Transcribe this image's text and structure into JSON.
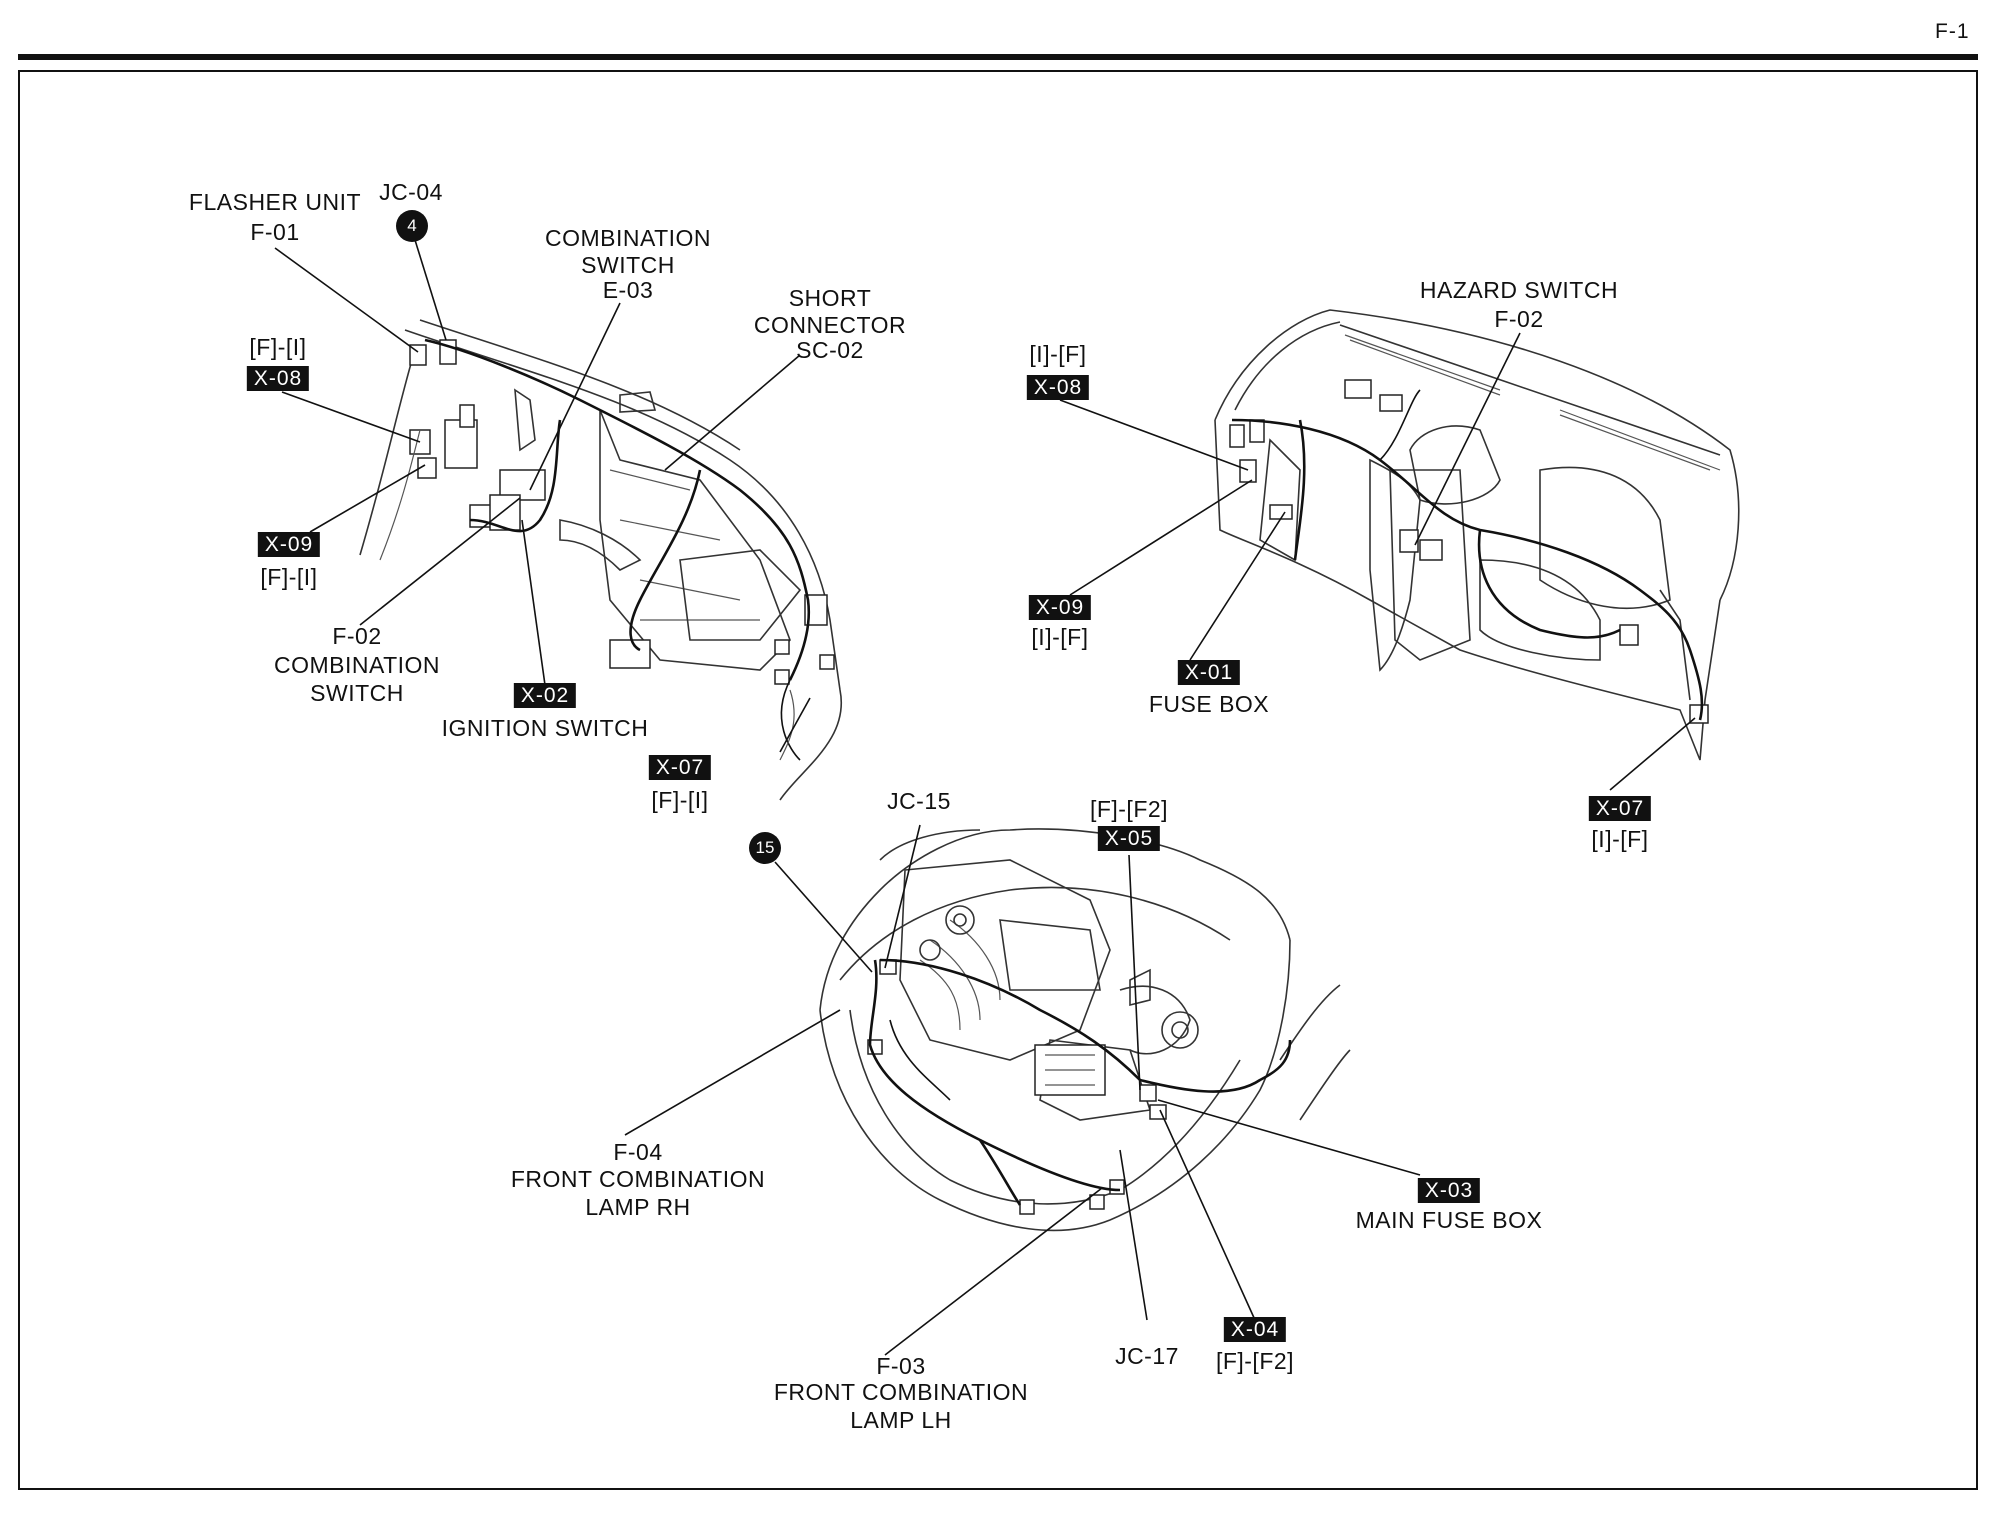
{
  "page": {
    "number": "F-1"
  },
  "left_dashboard": {
    "flasher_unit": {
      "name": "FLASHER UNIT",
      "code": "F-01"
    },
    "jc04": {
      "code": "JC-04",
      "badge": "4"
    },
    "combination_switch_e03": {
      "line1": "COMBINATION",
      "line2": "SWITCH",
      "code": "E-03"
    },
    "short_connector": {
      "line1": "SHORT",
      "line2": "CONNECTOR",
      "code": "SC-02"
    },
    "x08": {
      "badge": "X-08",
      "pins": "[F]-[I]"
    },
    "x09": {
      "badge": "X-09",
      "pins": "[F]-[I]"
    },
    "combination_switch_f02": {
      "code": "F-02",
      "line1": "COMBINATION",
      "line2": "SWITCH"
    },
    "ignition_switch": {
      "badge": "X-02",
      "name": "IGNITION SWITCH"
    },
    "x07": {
      "badge": "X-07",
      "pins": "[F]-[I]"
    }
  },
  "right_dashboard": {
    "hazard_switch": {
      "name": "HAZARD SWITCH",
      "code": "F-02"
    },
    "x08": {
      "badge": "X-08",
      "pins": "[I]-[F]"
    },
    "x09": {
      "badge": "X-09",
      "pins": "[I]-[F]"
    },
    "fuse_box": {
      "badge": "X-01",
      "name": "FUSE BOX"
    },
    "x07": {
      "badge": "X-07",
      "pins": "[I]-[F]"
    }
  },
  "engine_bay": {
    "jc15": {
      "code": "JC-15",
      "badge": "15"
    },
    "x05": {
      "pins": "[F]-[F2]",
      "badge": "X-05"
    },
    "front_lamp_rh": {
      "code": "F-04",
      "line1": "FRONT COMBINATION",
      "line2": "LAMP RH"
    },
    "main_fuse_box": {
      "badge": "X-03",
      "name": "MAIN FUSE BOX"
    },
    "front_lamp_lh": {
      "code": "F-03",
      "line1": "FRONT COMBINATION",
      "line2": "LAMP LH"
    },
    "jc17": {
      "code": "JC-17"
    },
    "x04": {
      "badge": "X-04",
      "pins": "[F]-[F2]"
    }
  }
}
